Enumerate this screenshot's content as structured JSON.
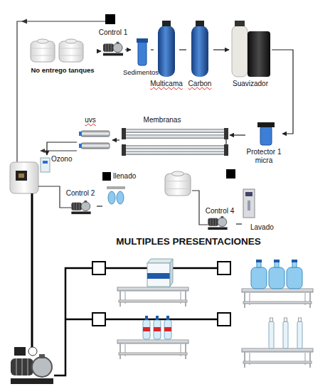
{
  "diagram": {
    "title": "MULTIPLES PRESENTACIONES",
    "nodes": [
      {
        "text": [
          "No entrego tanques"
        ]
      },
      {
        "text": [
          "Control 1"
        ]
      },
      {
        "text": [
          "Sedimentos"
        ]
      },
      {
        "text": [
          "Multicama"
        ]
      },
      {
        "text": [
          "Carbon"
        ]
      },
      {
        "text": [
          "Suavizador"
        ]
      },
      {
        "text": [
          "Protector 1 micra"
        ]
      },
      {
        "text": [
          "Membranas"
        ]
      },
      {
        "text": [
          "uvs"
        ]
      },
      {
        "text": [
          "Ozono"
        ]
      },
      {
        "text": [
          "llenado"
        ]
      },
      {
        "text": [
          "Control 2"
        ]
      },
      {
        "text": [
          "Control 4"
        ]
      },
      {
        "text": [
          "Lavado"
        ]
      }
    ],
    "edges": [
      {
        "from": 0,
        "to": 1,
        "arrow": "to"
      },
      {
        "from": 1,
        "to": 2,
        "arrow": "to"
      },
      {
        "from": 2,
        "to": 3,
        "arrow": "none"
      },
      {
        "from": 3,
        "to": 4,
        "arrow": "none"
      },
      {
        "from": 4,
        "to": 5,
        "arrow": "to"
      },
      {
        "from": 5,
        "to": 6,
        "arrow": "to"
      },
      {
        "from": 6,
        "to": 7,
        "arrow": "to"
      },
      {
        "from": 7,
        "to": 8,
        "arrow": "to"
      },
      {
        "from": 8,
        "to": 9,
        "arrow": "to"
      },
      {
        "from": 11,
        "to": 10,
        "arrow": "none"
      },
      {
        "from": 12,
        "to": 13,
        "arrow": "none"
      }
    ]
  }
}
